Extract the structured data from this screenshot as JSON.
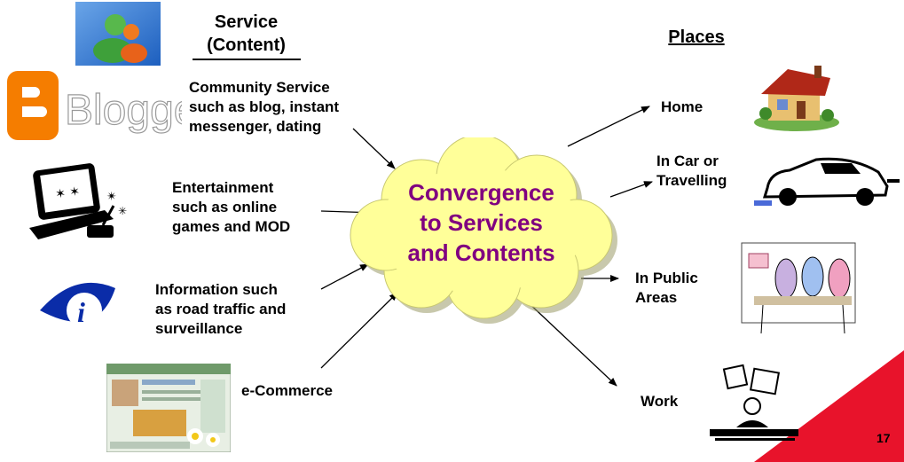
{
  "headings": {
    "service": "Service\n(Content)",
    "places": "Places"
  },
  "services": [
    "Community Service\nsuch as blog, instant\nmessenger, dating",
    "Entertainment\nsuch as online\ngames and MOD",
    "Information such\nas road traffic and\nsurveillance",
    "e-Commerce"
  ],
  "center": "Convergence\nto Services\nand Contents",
  "places": [
    "Home",
    "In Car or\nTravelling",
    "In Public\nAreas",
    "Work"
  ],
  "logos": {
    "blogger": "Blogger"
  },
  "page_number": "17",
  "colors": {
    "cloud_fill": "#ffff99",
    "center_text": "#800080",
    "corner_accent": "#e8132b",
    "blogger_orange": "#f57d00",
    "info_icon": "#0a2ca8"
  }
}
